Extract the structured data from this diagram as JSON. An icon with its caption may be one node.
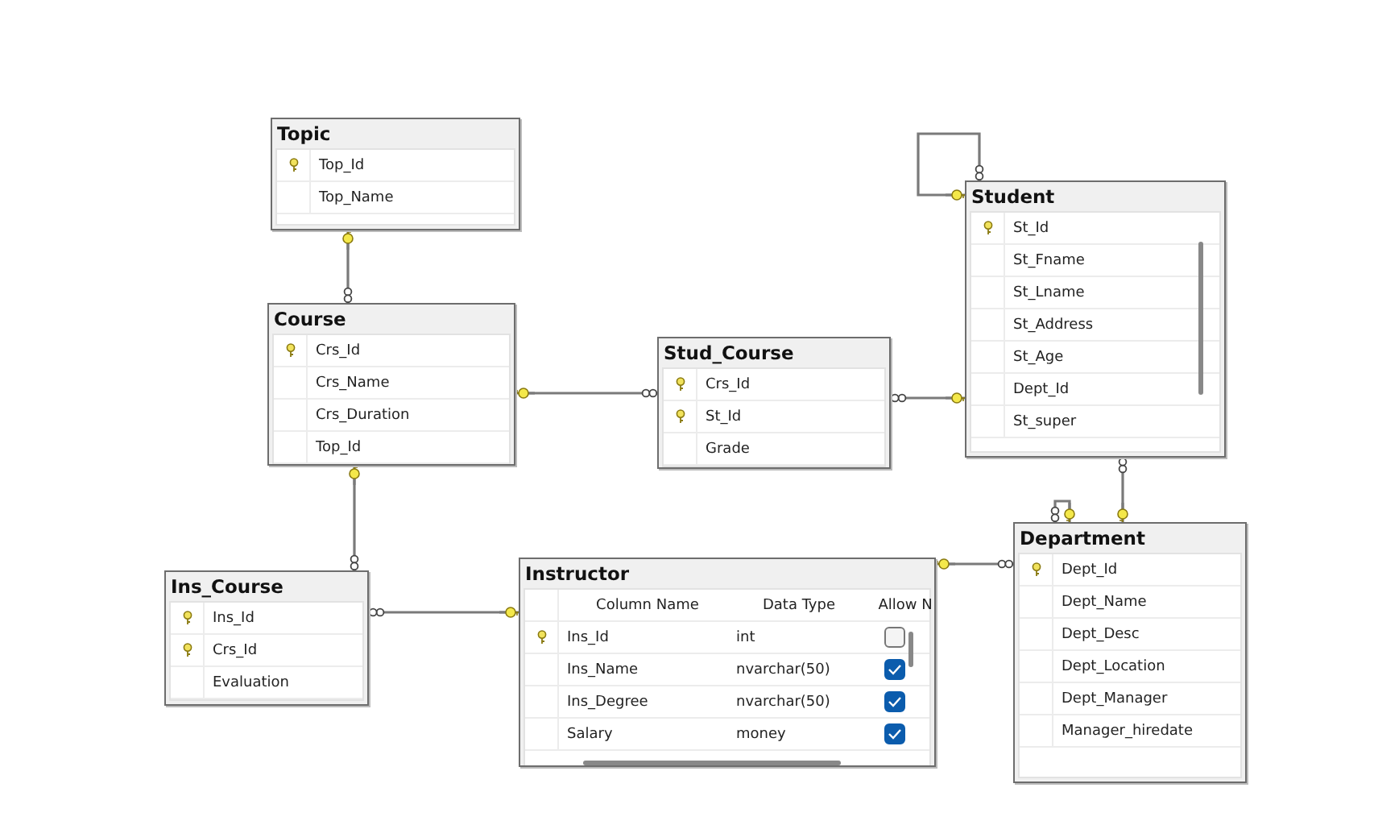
{
  "diagram": {
    "nodes": [
      {
        "text": [
          "Topic",
          "Top_Id",
          "Top_Name"
        ]
      },
      {
        "text": [
          "Course",
          "Crs_Id",
          "Crs_Name",
          "Crs_Duration",
          "Top_Id"
        ]
      },
      {
        "text": [
          "Stud_Course",
          "Crs_Id",
          "St_Id",
          "Grade"
        ]
      },
      {
        "text": [
          "Student",
          "St_Id",
          "St_Fname",
          "St_Lname",
          "St_Address",
          "St_Age",
          "Dept_Id",
          "St_super"
        ]
      },
      {
        "text": [
          "Department",
          "Dept_Id",
          "Dept_Name",
          "Dept_Desc",
          "Dept_Location",
          "Dept_Manager",
          "Manager_hiredate"
        ]
      },
      {
        "text": [
          "Ins_Course",
          "Ins_Id",
          "Crs_Id",
          "Evaluation"
        ]
      },
      {
        "text": [
          "Instructor",
          "Column Name",
          "Data Type",
          "Allow N",
          "Ins_Id",
          "int",
          "Ins_Name",
          "nvarchar(50)",
          "Ins_Degree",
          "nvarchar(50)",
          "Salary",
          "money"
        ]
      }
    ],
    "edges": [
      {
        "from": 0,
        "to": 1,
        "arrow": "other"
      },
      {
        "from": 1,
        "to": 2,
        "arrow": "other"
      },
      {
        "from": 3,
        "to": 2,
        "arrow": "other"
      },
      {
        "from": 3,
        "to": 3,
        "arrow": "other"
      },
      {
        "from": 4,
        "to": 3,
        "arrow": "other"
      },
      {
        "from": 4,
        "to": 4,
        "arrow": "other"
      },
      {
        "from": 6,
        "to": 4,
        "arrow": "other"
      },
      {
        "from": 1,
        "to": 5,
        "arrow": "other"
      },
      {
        "from": 6,
        "to": 5,
        "arrow": "other"
      }
    ]
  }
}
